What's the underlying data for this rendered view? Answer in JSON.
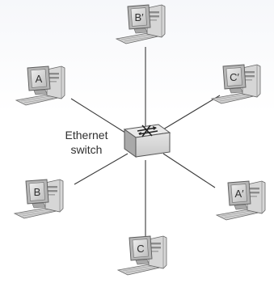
{
  "switch": {
    "label_line1": "Ethernet",
    "label_line2": "switch",
    "icon": "switch-icon"
  },
  "hosts": [
    {
      "id": "b-prime",
      "label": "B′",
      "icon": "computer-icon"
    },
    {
      "id": "a",
      "label": "A",
      "icon": "computer-icon"
    },
    {
      "id": "c-prime",
      "label": "C′",
      "icon": "computer-icon"
    },
    {
      "id": "b",
      "label": "B",
      "icon": "computer-icon"
    },
    {
      "id": "a-prime",
      "label": "A′",
      "icon": "computer-icon"
    },
    {
      "id": "c",
      "label": "C",
      "icon": "computer-icon"
    }
  ]
}
